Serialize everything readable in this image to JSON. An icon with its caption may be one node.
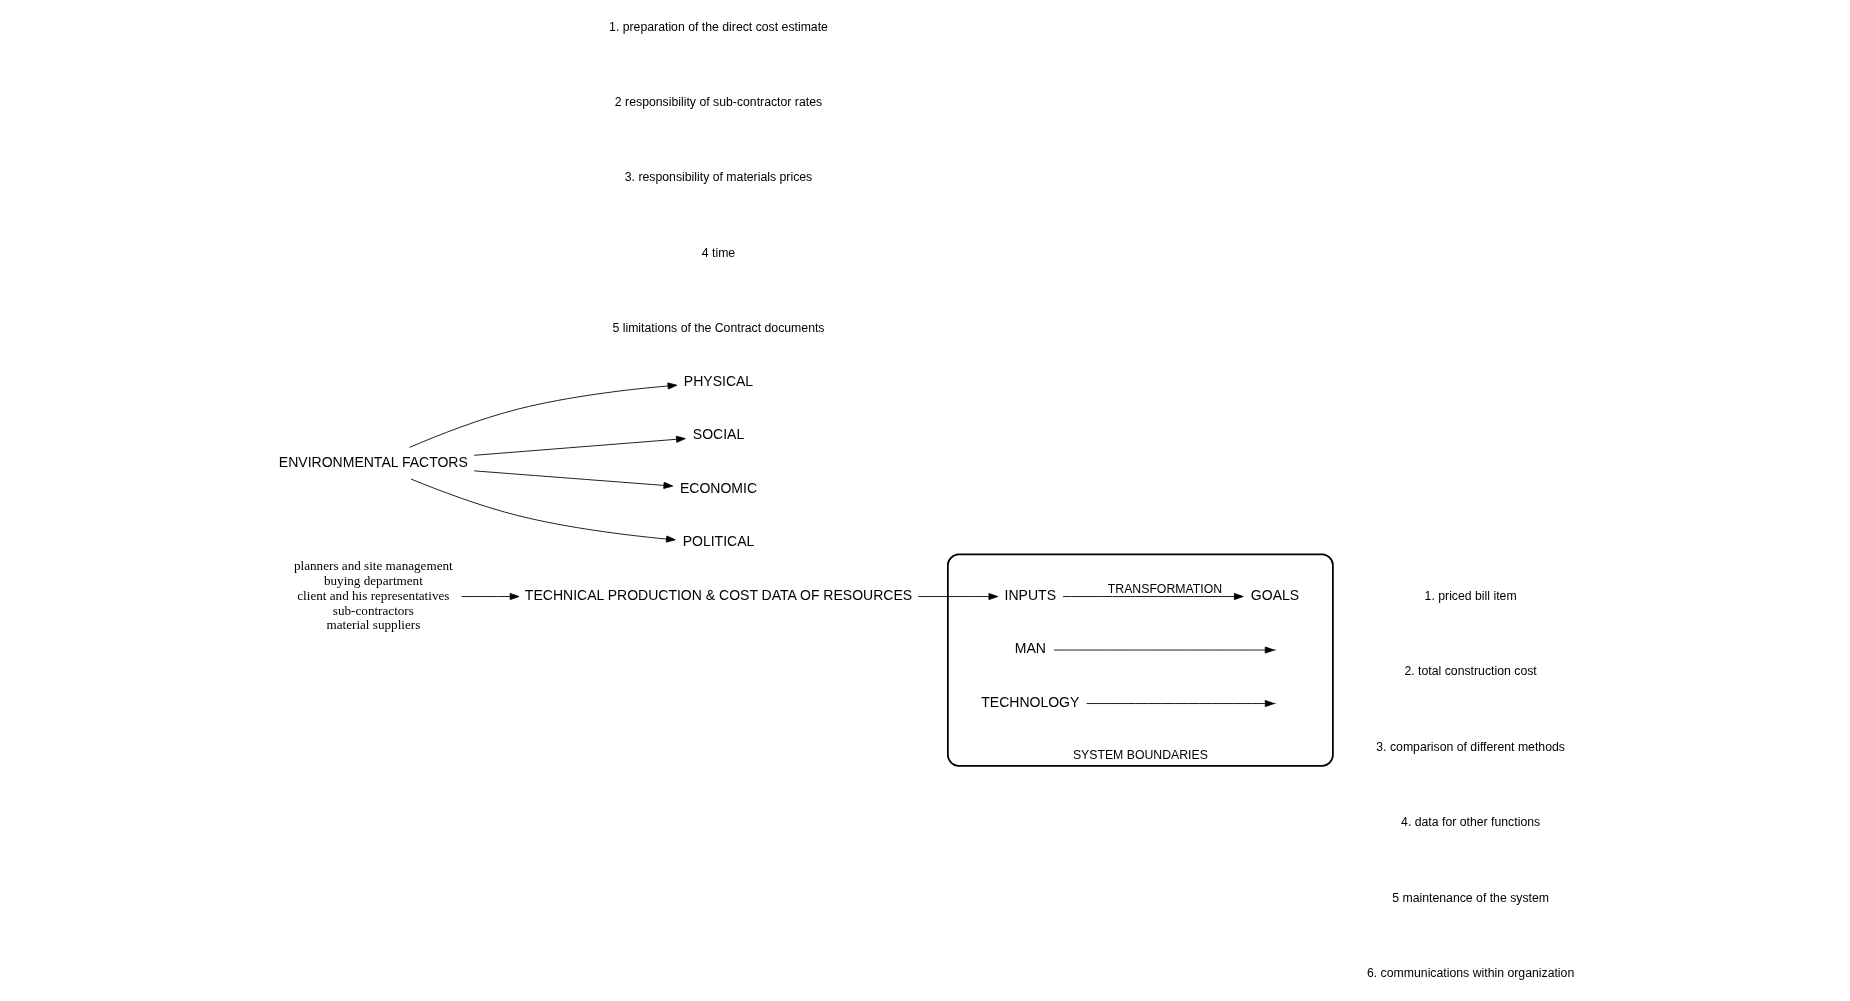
{
  "diagram": {
    "nodes": [
      {
        "text": [
          "planners and site management",
          "buying department",
          "client and his representatives",
          "sub-contractors",
          "material suppliers"
        ]
      },
      {
        "text": [
          "TECHNICAL PRODUCTION & COST DATA OF RESOURCES"
        ]
      },
      {
        "text": [
          "SYSTEM BOUNDARIES"
        ]
      },
      {
        "text": [
          "INPUTS"
        ],
        "in": 2
      },
      {
        "text": [
          "GOALS"
        ],
        "in": 2
      },
      {
        "text": [
          "MAN"
        ],
        "in": 2
      },
      {
        "text": [
          "TECHNOLOGY"
        ],
        "in": 2
      },
      {
        "text": [
          "ENVIRONMENTAL FACTORS"
        ]
      },
      {
        "text": [
          "PHYSICAL"
        ]
      },
      {
        "text": [
          "SOCIAL"
        ]
      },
      {
        "text": [
          "ECONOMIC"
        ]
      },
      {
        "text": [
          "POLITICAL"
        ]
      }
    ],
    "edges": [
      {
        "from": 0,
        "to": 1,
        "arrow": "to"
      },
      {
        "from": 1,
        "to": 3,
        "arrow": "to"
      },
      {
        "from": 3,
        "to": 4,
        "arrow": "to",
        "label": "TRANSFORMATION"
      },
      {
        "from": 5,
        "to": null,
        "arrow": "to"
      },
      {
        "from": 6,
        "to": null,
        "arrow": "to"
      },
      {
        "from": 7,
        "to": 8,
        "arrow": "to"
      },
      {
        "from": 7,
        "to": 9,
        "arrow": "to"
      },
      {
        "from": 7,
        "to": 10,
        "arrow": "to"
      },
      {
        "from": 7,
        "to": 11,
        "arrow": "to"
      }
    ],
    "labels": [
      "1. preparation of the direct cost estimate",
      "2 responsibility of sub-contractor rates",
      "3. responsibility of materials prices",
      "4 time",
      "5 limitations of the Contract documents",
      "1. priced bill item",
      "2. total construction cost",
      "3. comparison of different methods",
      "4. data for other functions",
      "5 maintenance of the system",
      "6. communications within organization"
    ]
  }
}
